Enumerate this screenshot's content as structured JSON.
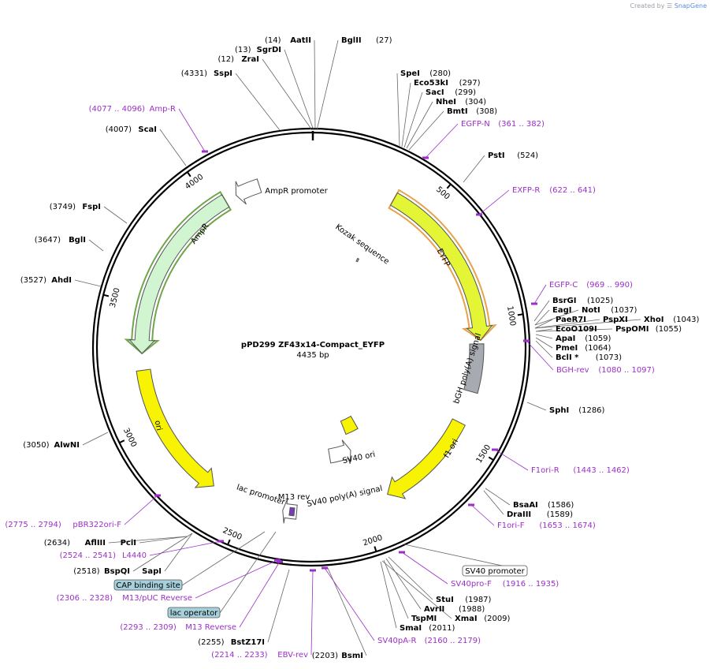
{
  "credit": {
    "prefix": "Created by",
    "brand": "SnapGene"
  },
  "plasmid": {
    "name": "pPD299 ZF43x14-Compact_EYFP",
    "size_label": "4435 bp",
    "length": 4435
  },
  "ticks": [
    {
      "pos": 500,
      "label": "500"
    },
    {
      "pos": 1000,
      "label": "1000"
    },
    {
      "pos": 1500,
      "label": "1500"
    },
    {
      "pos": 2000,
      "label": "2000"
    },
    {
      "pos": 2500,
      "label": "2500"
    },
    {
      "pos": 3000,
      "label": "3000"
    },
    {
      "pos": 3500,
      "label": "3500"
    },
    {
      "pos": 4000,
      "label": "4000"
    }
  ],
  "features": [
    {
      "name": "EYFP",
      "start": 360,
      "end": 1080,
      "color": "#e3f534",
      "dir": 1,
      "radius": 215,
      "outline": "#e8a24a"
    },
    {
      "name": "bGH poly(A) signal",
      "start": 1095,
      "end": 1300,
      "color": "#a7aab0",
      "dir": 0,
      "radius": 210
    },
    {
      "name": "f1 ori",
      "start": 1440,
      "end": 1880,
      "color": "#f7f303",
      "dir": 1,
      "radius": 210
    },
    {
      "name": "SV40 poly(A) signal",
      "start": 1960,
      "end": 2100,
      "color": "#ffffff",
      "dir": -1,
      "radius": 140
    },
    {
      "name": "SV40 ori",
      "start": 1850,
      "end": 1950,
      "color": "#f7f303",
      "dir": 0,
      "radius": 110
    },
    {
      "name": "lac promoter",
      "start": 2280,
      "end": 2340,
      "color": "#ffffff",
      "dir": 1,
      "radius": 210
    },
    {
      "name": "M13 rev",
      "start": 2290,
      "end": 2310,
      "color": "#7a3ac0",
      "dir": 0,
      "radius": 210
    },
    {
      "name": "ori",
      "start": 2650,
      "end": 3230,
      "color": "#f7f303",
      "dir": -1,
      "radius": 215
    },
    {
      "name": "AmpR",
      "start": 3300,
      "end": 4060,
      "color": "#d0f5d0",
      "dir": -1,
      "radius": 215,
      "outline": "#6ea64a"
    },
    {
      "name": "AmpR promoter",
      "start": 4110,
      "end": 4215,
      "color": "#ffffff",
      "dir": -1,
      "radius": 215
    },
    {
      "name": "Kozak sequence",
      "start": 340,
      "end": 350,
      "color": "#a7aab0",
      "dir": 0,
      "radius": 125
    }
  ],
  "sites": [
    {
      "name": "AatII",
      "pos": "14"
    },
    {
      "name": "BglII",
      "pos": "27"
    },
    {
      "name": "SgrDI",
      "pos": "13"
    },
    {
      "name": "ZraI",
      "pos": "12"
    },
    {
      "name": "SspI",
      "pos": "4331"
    },
    {
      "name": "SpeI",
      "pos": "280"
    },
    {
      "name": "Eco53kI",
      "pos": "297"
    },
    {
      "name": "SacI",
      "pos": "299"
    },
    {
      "name": "NheI",
      "pos": "304"
    },
    {
      "name": "BmtI",
      "pos": "308"
    },
    {
      "name": "PstI",
      "pos": "524"
    },
    {
      "name": "BsrGI",
      "pos": "1025"
    },
    {
      "name": "EagI",
      "pos": ""
    },
    {
      "name": "NotI",
      "pos": "1037"
    },
    {
      "name": "PaeR7I",
      "pos": ""
    },
    {
      "name": "PspXI",
      "pos": ""
    },
    {
      "name": "XhoI",
      "pos": "1043"
    },
    {
      "name": "EcoO109I",
      "pos": ""
    },
    {
      "name": "PspOMI",
      "pos": "1055"
    },
    {
      "name": "ApaI",
      "pos": "1059"
    },
    {
      "name": "PmeI",
      "pos": "1064"
    },
    {
      "name": "BclI *",
      "pos": "1073"
    },
    {
      "name": "SphI",
      "pos": "1286"
    },
    {
      "name": "BsaAI",
      "pos": "1586"
    },
    {
      "name": "DraIII",
      "pos": "1589"
    },
    {
      "name": "StuI",
      "pos": "1987"
    },
    {
      "name": "AvrII",
      "pos": "1988"
    },
    {
      "name": "TspMI",
      "pos": ""
    },
    {
      "name": "XmaI",
      "pos": "2009"
    },
    {
      "name": "SmaI",
      "pos": "2011"
    },
    {
      "name": "BsmI",
      "pos": "2203"
    },
    {
      "name": "BstZ17I",
      "pos": "2255"
    },
    {
      "name": "BspQI",
      "pos": "2518"
    },
    {
      "name": "SapI",
      "pos": ""
    },
    {
      "name": "AflIII",
      "pos": "2634"
    },
    {
      "name": "PciI",
      "pos": ""
    },
    {
      "name": "AlwNI",
      "pos": "3050"
    },
    {
      "name": "AhdI",
      "pos": "3527"
    },
    {
      "name": "BglI",
      "pos": "3647"
    },
    {
      "name": "FspI",
      "pos": "3749"
    },
    {
      "name": "ScaI",
      "pos": "4007"
    }
  ],
  "primers": [
    {
      "name": "Amp-R",
      "range": "(4077 .. 4096)"
    },
    {
      "name": "EGFP-N",
      "range": "(361 .. 382)"
    },
    {
      "name": "EXFP-R",
      "range": "(622 .. 641)"
    },
    {
      "name": "EGFP-C",
      "range": "(969 .. 990)"
    },
    {
      "name": "BGH-rev",
      "range": "(1080 .. 1097)"
    },
    {
      "name": "F1ori-R",
      "range": "(1443 .. 1462)"
    },
    {
      "name": "F1ori-F",
      "range": "(1653 .. 1674)"
    },
    {
      "name": "SV40pro-F",
      "range": "(1916 .. 1935)"
    },
    {
      "name": "SV40pA-R",
      "range": "(2160 .. 2179)"
    },
    {
      "name": "EBV-rev",
      "range": "(2214 .. 2233)"
    },
    {
      "name": "M13 Reverse",
      "range": "(2293 .. 2309)"
    },
    {
      "name": "M13/pUC Reverse",
      "range": "(2306 .. 2328)"
    },
    {
      "name": "L4440",
      "range": "(2524 .. 2541)"
    },
    {
      "name": "pBR322ori-F",
      "range": "(2775 .. 2794)"
    }
  ],
  "boxed_labels": [
    {
      "name": "SV40 promoter",
      "color": "#ffffff"
    },
    {
      "name": "CAP binding site",
      "color": "#a6d0dc"
    },
    {
      "name": "lac operator",
      "color": "#a6d0dc"
    }
  ],
  "colors": {
    "primer": "#9b2fc7",
    "backbone": "#000000",
    "leader": "#666666"
  }
}
